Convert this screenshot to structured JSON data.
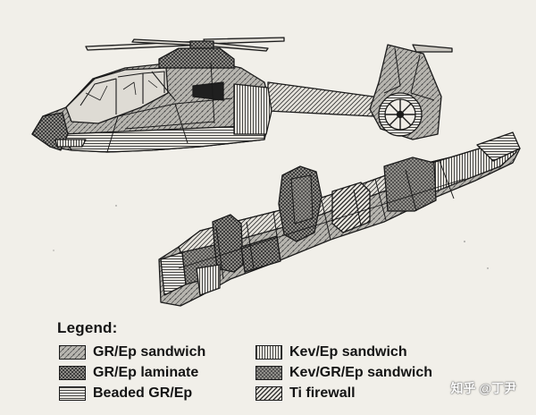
{
  "legend": {
    "title": "Legend:",
    "items": [
      {
        "label": "GR/Ep sandwich",
        "pattern": "weave"
      },
      {
        "label": "GR/Ep laminate",
        "pattern": "checker"
      },
      {
        "label": "Beaded GR/Ep",
        "pattern": "hlines"
      },
      {
        "label": "Kev/Ep sandwich",
        "pattern": "vlines"
      },
      {
        "label": "Kev/GR/Ep sandwich",
        "pattern": "grid"
      },
      {
        "label": "Ti firewall",
        "pattern": "diag"
      }
    ]
  },
  "watermark": "知乎 @丁尹",
  "colors": {
    "paper": "#f1efe9",
    "ink": "#141414"
  }
}
